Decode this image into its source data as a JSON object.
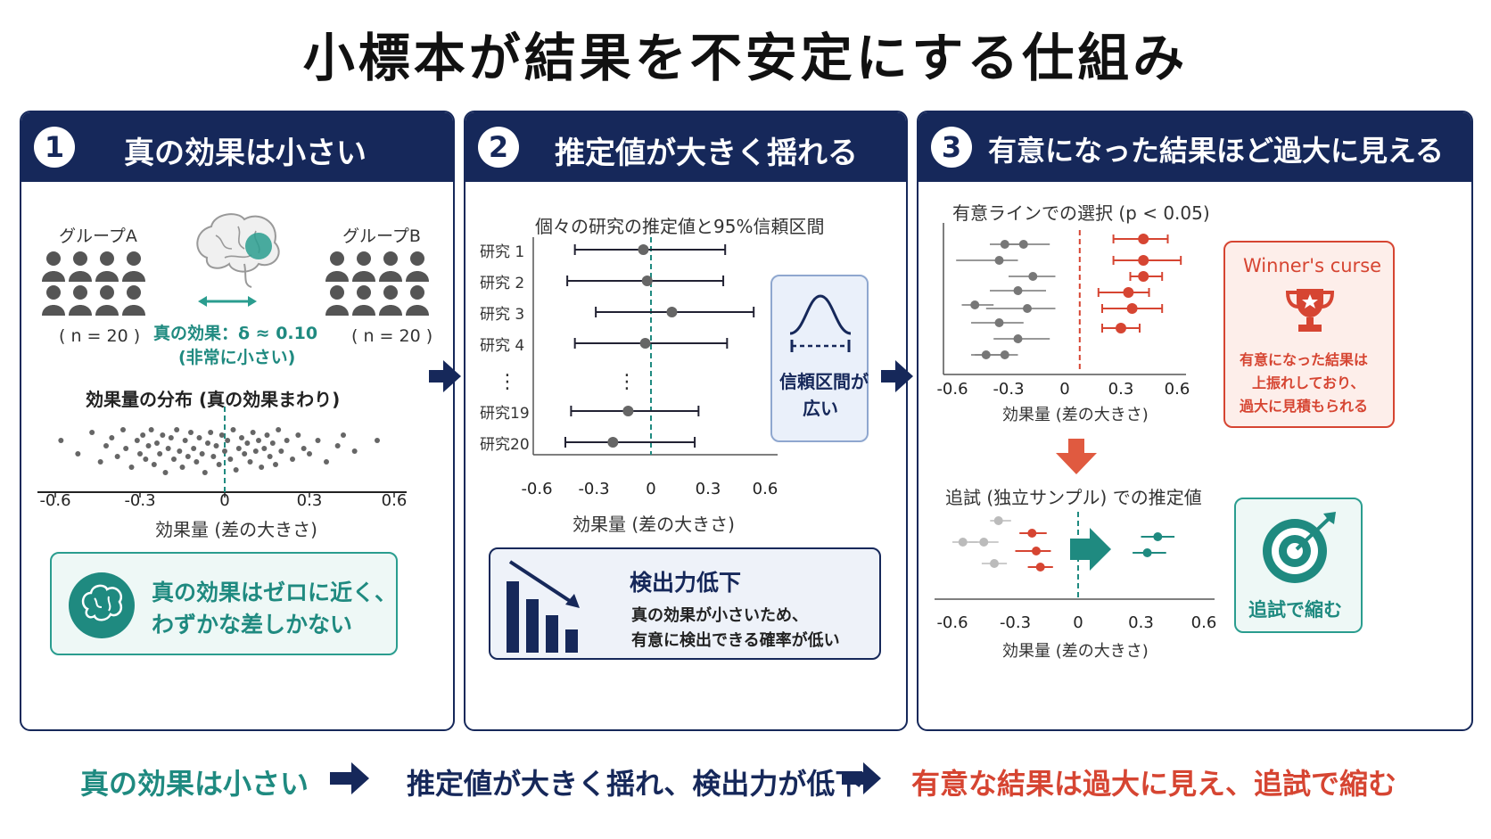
{
  "title": "小標本が結果を不安定にする仕組み",
  "colors": {
    "navy": "#16285a",
    "teal": "#1f8a80",
    "red": "#d64532",
    "gray": "#666666"
  },
  "panel1": {
    "number": "1",
    "title": "真の効果は小さい",
    "group_a": "グループA",
    "group_b": "グループB",
    "n_a": "( n = 20 )",
    "n_b": "( n = 20 )",
    "true_effect": "真の効果：δ ≈ 0.10",
    "very_small": "(非常に小さい)",
    "dist_title": "効果量の分布 (真の効果まわり)",
    "xlabel": "効果量 (差の大きさ)",
    "ticks": [
      "-0.6",
      "-0.3",
      "0",
      "0.3",
      "0.6"
    ],
    "callout_line1": "真の効果はゼロに近く、",
    "callout_line2": "わずかな差しかない",
    "icons": {
      "person": "person-icon",
      "brain": "brain-icon"
    }
  },
  "panel2": {
    "number": "2",
    "title": "推定値が大きく揺れる",
    "chart_title": "個々の研究の推定値と95%信頼区間",
    "xlabel": "効果量 (差の大きさ)",
    "ticks": [
      "-0.6",
      "-0.3",
      "0",
      "0.3",
      "0.6"
    ],
    "ellipsis_label": "⋮",
    "ci_label_line1": "信頼区間が",
    "ci_label_line2": "広い",
    "power_title": "検出力低下",
    "power_line1": "真の効果が小さいため、",
    "power_line2": "有意に検出できる確率が低い",
    "icons": {
      "bell": "bell-curve-icon",
      "bars": "declining-bars-icon"
    }
  },
  "panel3": {
    "number": "3",
    "title": "有意になった結果ほど過大に見える",
    "chart_title": "有意ラインでの選択 (p < 0.05)",
    "xlabel": "効果量 (差の大きさ)",
    "ticks": [
      "-0.6",
      "-0.3",
      "0",
      "0.3",
      "0.6"
    ],
    "winners_title": "Winner's curse",
    "winners_line1": "有意になった結果は",
    "winners_line2": "上振れしており、",
    "winners_line3": "過大に見積もられる",
    "replication_title": "追試 (独立サンプル) での推定値",
    "xlabel2": "効果量 (差の大きさ)",
    "ticks2": [
      "-0.6",
      "-0.3",
      "0",
      "0.3",
      "0.6"
    ],
    "shrink_label": "追試で縮む",
    "icons": {
      "trophy": "trophy-icon",
      "target": "target-icon"
    }
  },
  "bottom": {
    "step1": "真の効果は小さい",
    "step2": "推定値が大きく揺れ、検出力が低下",
    "step3": "有意な結果は過大に見え、追試で縮む"
  },
  "chart_data": [
    {
      "type": "scatter",
      "title": "効果量の分布 (真の効果まわり)",
      "xlabel": "効果量 (差の大きさ)",
      "xlim": [
        -0.6,
        0.6
      ],
      "reference_x": 0,
      "x": [
        -0.58,
        -0.52,
        -0.47,
        -0.44,
        -0.42,
        -0.4,
        -0.38,
        -0.36,
        -0.35,
        -0.33,
        -0.31,
        -0.3,
        -0.29,
        -0.28,
        -0.27,
        -0.26,
        -0.25,
        -0.24,
        -0.23,
        -0.22,
        -0.21,
        -0.2,
        -0.19,
        -0.18,
        -0.17,
        -0.16,
        -0.15,
        -0.14,
        -0.13,
        -0.12,
        -0.11,
        -0.1,
        -0.09,
        -0.08,
        -0.07,
        -0.06,
        -0.05,
        -0.04,
        -0.03,
        -0.02,
        -0.01,
        0,
        0.01,
        0.02,
        0.03,
        0.04,
        0.05,
        0.06,
        0.07,
        0.08,
        0.09,
        0.1,
        0.11,
        0.12,
        0.13,
        0.14,
        0.15,
        0.16,
        0.17,
        0.18,
        0.19,
        0.2,
        0.22,
        0.24,
        0.26,
        0.28,
        0.3,
        0.33,
        0.36,
        0.4,
        0.42,
        0.46,
        0.54
      ],
      "y": [
        0.3,
        0.55,
        0.15,
        0.7,
        0.4,
        0.25,
        0.6,
        0.1,
        0.45,
        0.8,
        0.3,
        0.55,
        0.2,
        0.65,
        0.4,
        0.1,
        0.75,
        0.35,
        0.55,
        0.2,
        0.9,
        0.45,
        0.25,
        0.65,
        0.1,
        0.5,
        0.8,
        0.3,
        0.6,
        0.15,
        0.45,
        0.7,
        0.25,
        0.55,
        0.9,
        0.35,
        0.15,
        0.6,
        0.4,
        0.75,
        0.2,
        0.5,
        0.3,
        0.65,
        0.1,
        0.85,
        0.45,
        0.25,
        0.55,
        0.35,
        0.7,
        0.15,
        0.5,
        0.3,
        0.8,
        0.45,
        0.2,
        0.6,
        0.35,
        0.75,
        0.1,
        0.5,
        0.3,
        0.65,
        0.2,
        0.45,
        0.55,
        0.3,
        0.7,
        0.4,
        0.2,
        0.5,
        0.3
      ]
    },
    {
      "type": "forest",
      "title": "個々の研究の推定値と95%信頼区間",
      "xlabel": "効果量 (差の大きさ)",
      "xlim": [
        -0.6,
        0.6
      ],
      "reference_x": 0,
      "studies": [
        {
          "label": "研究 1",
          "est": -0.04,
          "lo": -0.4,
          "hi": 0.39
        },
        {
          "label": "研究 2",
          "est": -0.02,
          "lo": -0.44,
          "hi": 0.38
        },
        {
          "label": "研究 3",
          "est": 0.11,
          "lo": -0.29,
          "hi": 0.54
        },
        {
          "label": "研究 4",
          "est": -0.03,
          "lo": -0.4,
          "hi": 0.4
        },
        {
          "label": "研究19",
          "est": -0.12,
          "lo": -0.42,
          "hi": 0.25
        },
        {
          "label": "研究20",
          "est": -0.2,
          "lo": -0.45,
          "hi": 0.23
        }
      ]
    },
    {
      "type": "forest",
      "title": "有意ラインでの選択 (p < 0.05)",
      "xlabel": "効果量 (差の大きさ)",
      "xlim": [
        -0.6,
        0.6
      ],
      "threshold_x": 0.08,
      "nonsignificant": [
        {
          "est": -0.32,
          "lo": -0.4,
          "hi": -0.2
        },
        {
          "est": -0.22,
          "lo": -0.3,
          "hi": -0.08
        },
        {
          "est": -0.35,
          "lo": -0.58,
          "hi": -0.25
        },
        {
          "est": -0.17,
          "lo": -0.3,
          "hi": -0.05
        },
        {
          "est": -0.25,
          "lo": -0.4,
          "hi": -0.1
        },
        {
          "est": -0.48,
          "lo": -0.55,
          "hi": -0.38
        },
        {
          "est": -0.2,
          "lo": -0.42,
          "hi": -0.05
        },
        {
          "est": -0.35,
          "lo": -0.5,
          "hi": -0.22
        },
        {
          "est": -0.25,
          "lo": -0.38,
          "hi": -0.08
        },
        {
          "est": -0.42,
          "lo": -0.5,
          "hi": -0.3
        },
        {
          "est": -0.32,
          "lo": -0.48,
          "hi": -0.25
        }
      ],
      "significant": [
        {
          "est": 0.42,
          "lo": 0.26,
          "hi": 0.55
        },
        {
          "est": 0.42,
          "lo": 0.26,
          "hi": 0.62
        },
        {
          "est": 0.42,
          "lo": 0.35,
          "hi": 0.52
        },
        {
          "est": 0.34,
          "lo": 0.18,
          "hi": 0.45
        },
        {
          "est": 0.36,
          "lo": 0.2,
          "hi": 0.52
        },
        {
          "est": 0.3,
          "lo": 0.2,
          "hi": 0.4
        }
      ]
    },
    {
      "type": "forest",
      "title": "追試 (独立サンプル) での推定値",
      "xlabel": "効果量 (差の大きさ)",
      "xlim": [
        -0.6,
        0.6
      ],
      "reference_x": 0,
      "original": [
        {
          "est": -0.38,
          "lo": -0.42,
          "hi": -0.32
        },
        {
          "est": -0.55,
          "lo": -0.6,
          "hi": -0.48
        },
        {
          "est": -0.45,
          "lo": -0.52,
          "hi": -0.38
        },
        {
          "est": -0.4,
          "lo": -0.46,
          "hi": -0.34
        }
      ],
      "significant": [
        {
          "est": -0.22,
          "lo": -0.28,
          "hi": -0.15
        },
        {
          "est": -0.2,
          "lo": -0.3,
          "hi": -0.13
        },
        {
          "est": -0.18,
          "lo": -0.24,
          "hi": -0.12
        }
      ],
      "replication": [
        {
          "est": 0.38,
          "lo": 0.3,
          "hi": 0.46
        },
        {
          "est": 0.33,
          "lo": 0.26,
          "hi": 0.42
        }
      ]
    }
  ]
}
